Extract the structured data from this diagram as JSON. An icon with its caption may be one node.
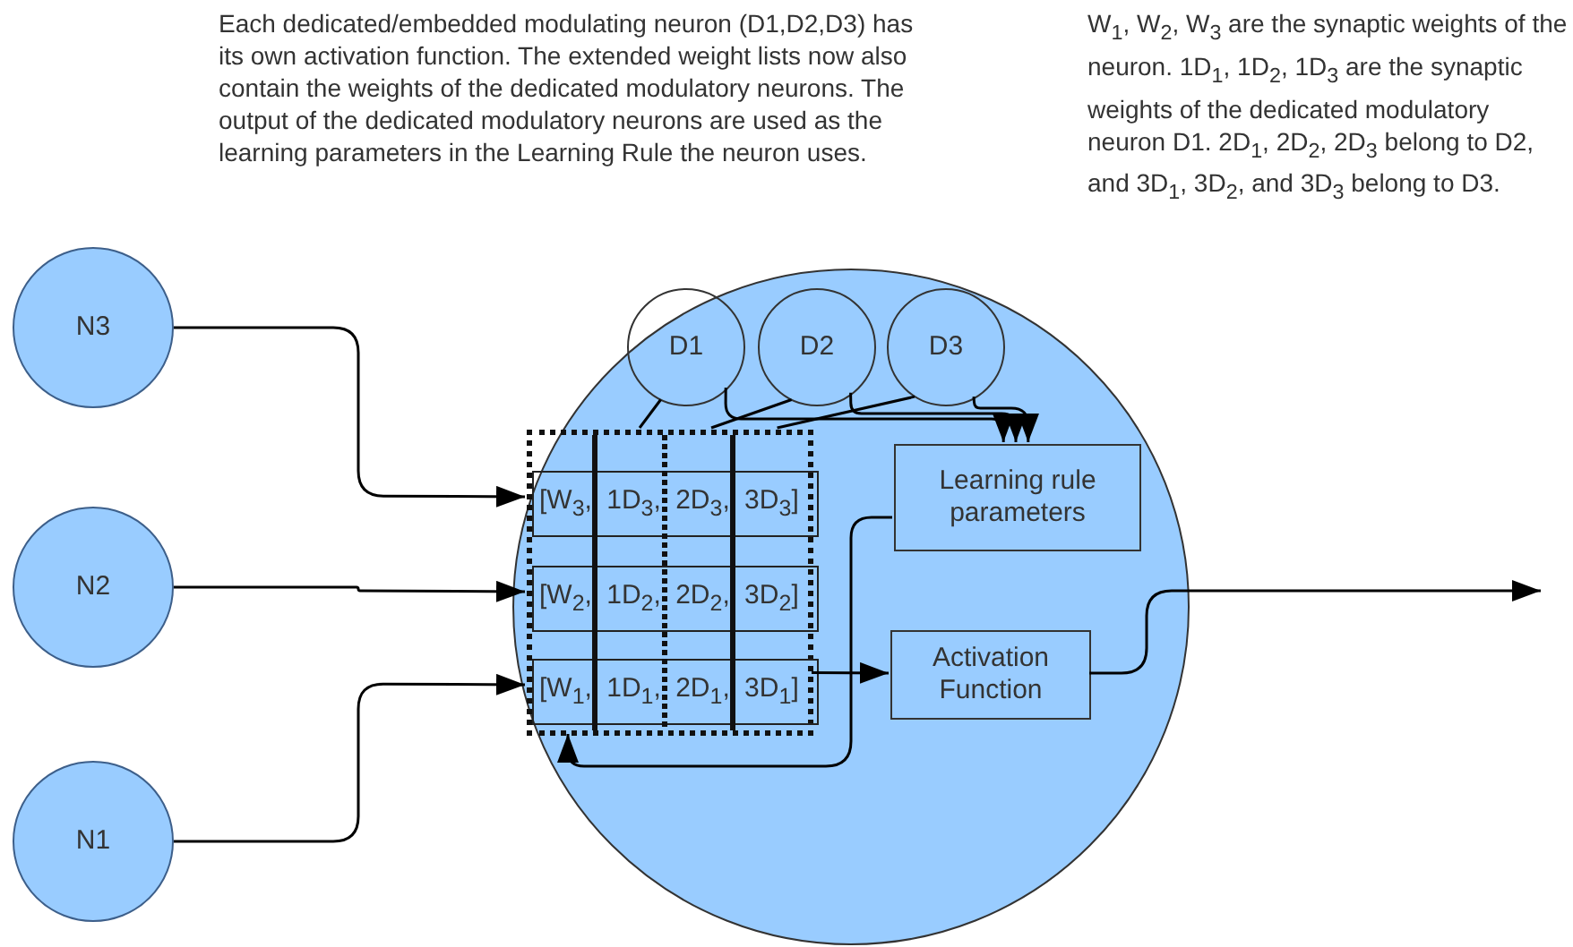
{
  "diagram": {
    "nodes": [
      {
        "text": [
          "N3"
        ]
      },
      {
        "text": [],
        "shape": "circle"
      },
      {
        "text": [
          "D1"
        ],
        "in": 1
      },
      {
        "text": [
          "D2"
        ],
        "in": 1
      },
      {
        "text": [
          "D3"
        ],
        "in": 1
      },
      {
        "text": [],
        "shape": "box",
        "in": 1
      },
      {
        "text": [
          "[W$_{3}$, 1D$_{3}$, 2D$_{3}$, 3D$_{3}$]"
        ],
        "in": 5
      },
      {
        "text": [
          "[W$_{2}$, 1D$_{2}$, 2D$_{2}$, 3D$_{2}$]"
        ],
        "in": 5
      },
      {
        "text": [
          "[W$_{1}$, 1D$_{1}$, 2D$_{1}$, 3D$_{1}$]"
        ],
        "in": 5
      },
      {
        "text": [
          "Learning rule parameters"
        ],
        "in": 1
      },
      {
        "text": [
          "Activation Function"
        ],
        "in": 1
      },
      {
        "text": [
          "N2"
        ]
      },
      {
        "text": [
          "N1"
        ]
      }
    ],
    "edges": [
      {
        "from": 0,
        "to": 6,
        "arrow": "to"
      },
      {
        "from": 11,
        "to": 7,
        "arrow": "to"
      },
      {
        "from": 12,
        "to": 8,
        "arrow": "to"
      },
      {
        "from": 2,
        "to": 9,
        "arrow": "to"
      },
      {
        "from": 3,
        "to": 9,
        "arrow": "to"
      },
      {
        "from": 4,
        "to": 9,
        "arrow": "to"
      },
      {
        "from": 2,
        "to": 5,
        "arrow": "none"
      },
      {
        "from": 3,
        "to": 5,
        "arrow": "none"
      },
      {
        "from": 4,
        "to": 5,
        "arrow": "none"
      },
      {
        "from": 5,
        "to": 10,
        "arrow": "to"
      },
      {
        "from": 9,
        "to": 5,
        "arrow": "to"
      },
      {
        "from": 10,
        "to": null,
        "arrow": "to"
      }
    ],
    "labels": [
      "Each dedicated/embedded modulating neuron (D1,D2,D3) has its own activation function. The extended weight lists now also contain the weights of the dedicated modulatory neurons. The output of the dedicated modulatory neurons are used as the learning parameters in the Learning Rule the neuron uses.",
      "W$_{1}$, W$_{2}$, W$_{3}$ are the synaptic weights of the neuron. 1D$_{1}$, 1D$_{2}$, 1D$_{3}$ are the synaptic weights of the dedicated modulatory neuron D1. 2D$_{1}$, 2D$_{2}$, 2D$_{3}$ belong to D2, and 3D$_{1}$, 3D$_{2}$, and 3D$_{3}$ belong to D3."
    ]
  }
}
